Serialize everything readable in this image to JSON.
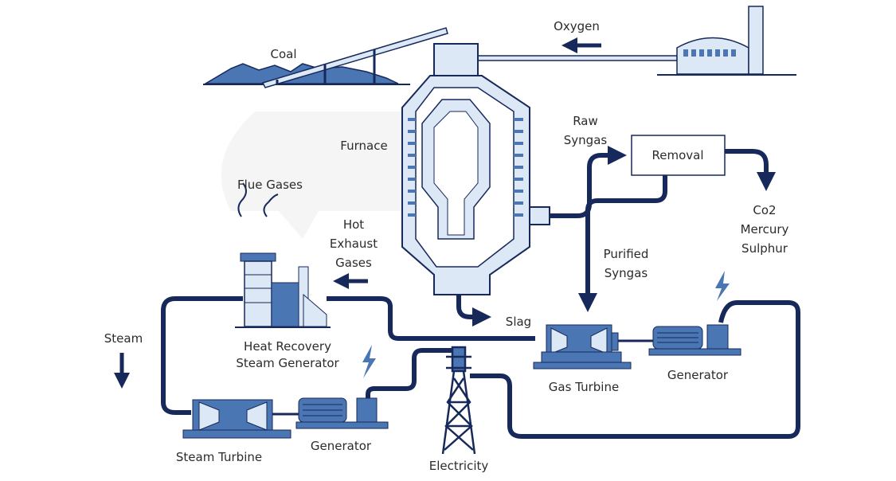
{
  "colors": {
    "dark": "#17295a",
    "mid": "#4a76b4",
    "light": "#dce8f6",
    "text": "#2b2b2b"
  },
  "labels": {
    "coal": "Coal",
    "oxygen": "Oxygen",
    "furnace": "Furnace",
    "raw_syngas": [
      "Raw",
      "Syngas"
    ],
    "removal": "Removal",
    "byproducts": [
      "Co2",
      "Mercury",
      "Sulphur"
    ],
    "purified_syngas": [
      "Purified",
      "Syngas"
    ],
    "flue_gases": "Flue Gases",
    "hot_exhaust_gases": [
      "Hot",
      "Exhaust",
      "Gases"
    ],
    "slag": "Slag",
    "steam": "Steam",
    "hrsg": [
      "Heat Recovery",
      "Steam Generator"
    ],
    "gas_turbine": "Gas Turbine",
    "generator_right": "Generator",
    "steam_turbine": "Steam Turbine",
    "generator_left": "Generator",
    "electricity": "Electricity"
  },
  "icons": [
    "coal-pile",
    "conveyor",
    "oxygen-plant",
    "furnace",
    "removal-unit",
    "chimney-stack",
    "gas-turbine",
    "generator",
    "steam-turbine",
    "lightning-bolt",
    "transmission-tower",
    "flow-arrow"
  ]
}
